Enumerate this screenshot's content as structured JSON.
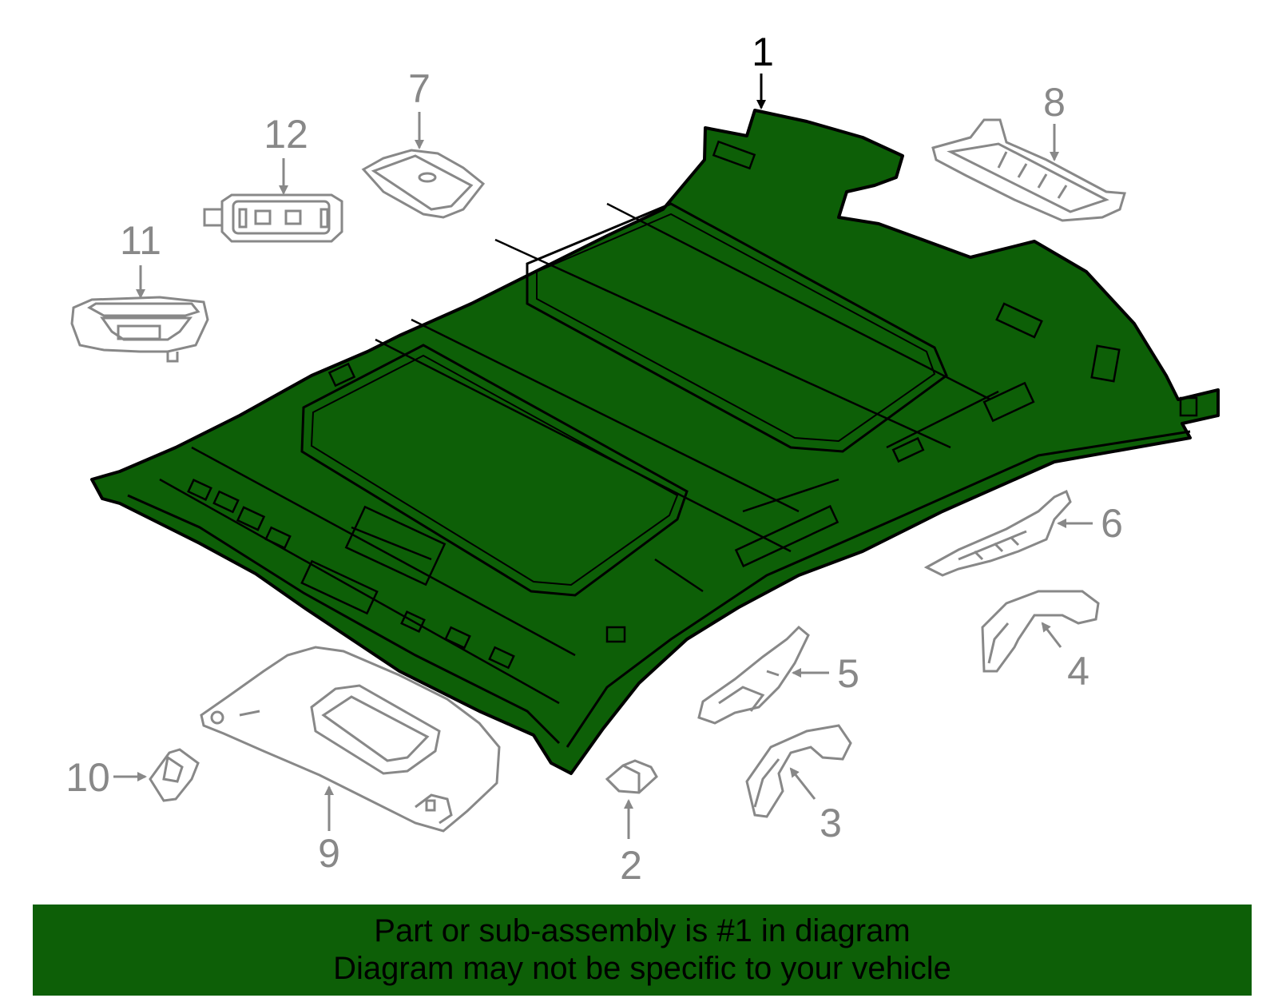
{
  "callouts": [
    {
      "id": "1",
      "label": "1"
    },
    {
      "id": "2",
      "label": "2"
    },
    {
      "id": "3",
      "label": "3"
    },
    {
      "id": "4",
      "label": "4"
    },
    {
      "id": "5",
      "label": "5"
    },
    {
      "id": "6",
      "label": "6"
    },
    {
      "id": "7",
      "label": "7"
    },
    {
      "id": "8",
      "label": "8"
    },
    {
      "id": "9",
      "label": "9"
    },
    {
      "id": "10",
      "label": "10"
    },
    {
      "id": "11",
      "label": "11"
    },
    {
      "id": "12",
      "label": "12"
    }
  ],
  "banner": {
    "line1": "Part or sub-assembly is #1 in diagram",
    "line2": "Diagram may not be specific to your vehicle"
  },
  "colors": {
    "highlight_part": "#0d5f07",
    "other_parts": "#888888",
    "outline": "#000000"
  }
}
